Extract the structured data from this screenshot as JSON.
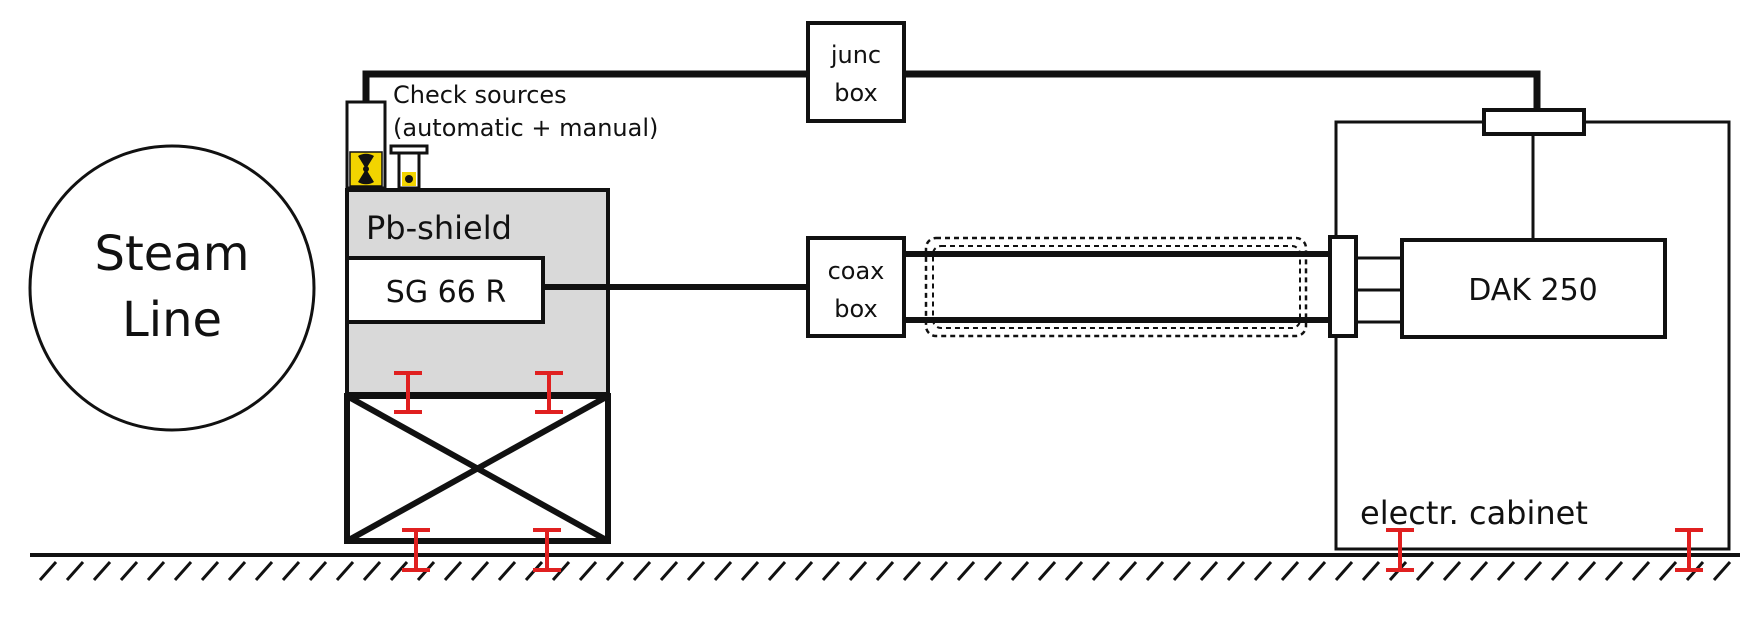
{
  "steam_line": {
    "line1": "Steam",
    "line2": "Line"
  },
  "check_sources": {
    "line1": "Check sources",
    "line2": "(automatic + manual)"
  },
  "pb_shield": {
    "label": "Pb-shield"
  },
  "detector": {
    "label": "SG 66 R"
  },
  "junc_box": {
    "line1": "junc",
    "line2": "box"
  },
  "coax_box": {
    "line1": "coax",
    "line2": "box"
  },
  "dak": {
    "label": "DAK 250"
  },
  "cabinet": {
    "label": "electr. cabinet"
  },
  "colors": {
    "line": "#111111",
    "shield_fill": "#d9d9d9",
    "support_red": "#e02020",
    "radiation_yellow": "#f2d400"
  },
  "icons": [
    "radiation-trefoil-icon",
    "i-beam-support-icon",
    "ground-hatch-icon"
  ]
}
